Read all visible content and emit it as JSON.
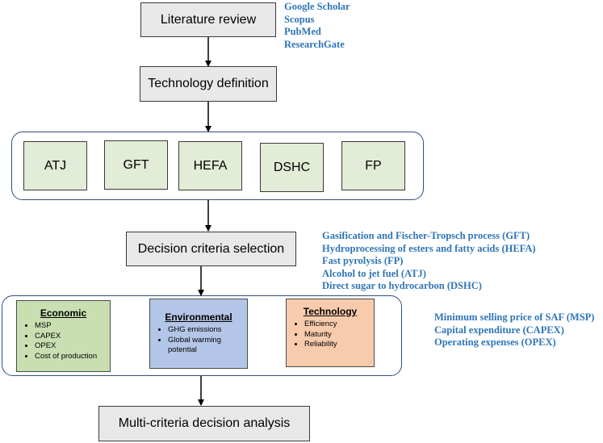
{
  "steps": {
    "literature_review": "Literature review",
    "technology_definition": "Technology definition",
    "decision_criteria_selection": "Decision criteria selection",
    "mcda": "Multi-criteria decision analysis"
  },
  "technologies": [
    "ATJ",
    "GFT",
    "HEFA",
    "DSHC",
    "FP"
  ],
  "sources": [
    "Google Scholar",
    "Scopus",
    "PubMed",
    "ResearchGate"
  ],
  "technology_names": [
    "Gasification and Fischer-Tropsch process (GFT)",
    "Hydroprocessing of esters and fatty acids (HEFA)",
    "Fast pyrolysis (FP)",
    "Alcohol to jet fuel (ATJ)",
    "Direct sugar to hydrocarbon (DSHC)"
  ],
  "criteria": {
    "economic": {
      "title": "Economic",
      "items": [
        "MSP",
        "CAPEX",
        "OPEX",
        "Cost of production"
      ],
      "color": "#c9dfb2"
    },
    "environmental": {
      "title": "Environmental",
      "items": [
        "GHG emissions",
        "Global warming potential"
      ],
      "color": "#b4c6e7"
    },
    "technology": {
      "title": "Technology",
      "items": [
        "Efficiency",
        "Maturity",
        "Reliability"
      ],
      "color": "#f8cbad"
    }
  },
  "abbreviations": [
    "Minimum selling price of SAF (MSP)",
    "Capital expenditure (CAPEX)",
    "Operating expenses (OPEX)"
  ],
  "colors": {
    "note_text": "#2e75b6",
    "group_border": "#2f4f7f",
    "step_fill": "#e8e8e8",
    "tech_fill": "#e2ecd6"
  }
}
